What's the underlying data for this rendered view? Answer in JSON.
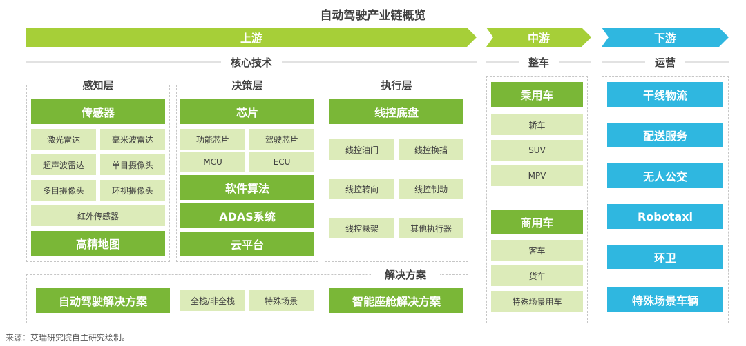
{
  "title": "自动驾驶产业链概览",
  "stages": {
    "upstream": "上游",
    "midstream": "中游",
    "downstream": "下游"
  },
  "sections": {
    "core_tech": "核心技术",
    "vehicle": "整车",
    "operation": "运营",
    "solutions": "解决方案"
  },
  "perception": {
    "label": "感知层",
    "header": "传感器",
    "items": [
      "激光雷达",
      "毫米波雷达",
      "超声波雷达",
      "单目摄像头",
      "多目摄像头",
      "环视摄像头"
    ],
    "wide_item": "红外传感器",
    "footer": "高精地图"
  },
  "decision": {
    "label": "决策层",
    "header": "芯片",
    "items": [
      "功能芯片",
      "驾驶芯片",
      "MCU",
      "ECU"
    ],
    "blocks": [
      "软件算法",
      "ADAS系统",
      "云平台"
    ]
  },
  "execution": {
    "label": "执行层",
    "header": "线控底盘",
    "items": [
      "线控油门",
      "线控换挡",
      "线控转向",
      "线控制动",
      "线控悬架",
      "其他执行器"
    ]
  },
  "solutions": {
    "left": "自动驾驶解决方案",
    "mid1": "全栈/非全栈",
    "mid2": "特殊场景",
    "right": "智能座舱解决方案"
  },
  "passenger": {
    "header": "乘用车",
    "items": [
      "轿车",
      "SUV",
      "MPV"
    ]
  },
  "commercial": {
    "header": "商用车",
    "items": [
      "客车",
      "货车",
      "特殊场景用车"
    ]
  },
  "operations": [
    "干线物流",
    "配送服务",
    "无人公交",
    "Robotaxi",
    "环卫",
    "特殊场景车辆"
  ],
  "source": "来源：艾瑞研究院自主研究绘制。",
  "colors": {
    "arrow_green": "#a6cf38",
    "box_green": "#7ab737",
    "light_green": "#dcebb9",
    "teal": "#2fb7e0"
  }
}
